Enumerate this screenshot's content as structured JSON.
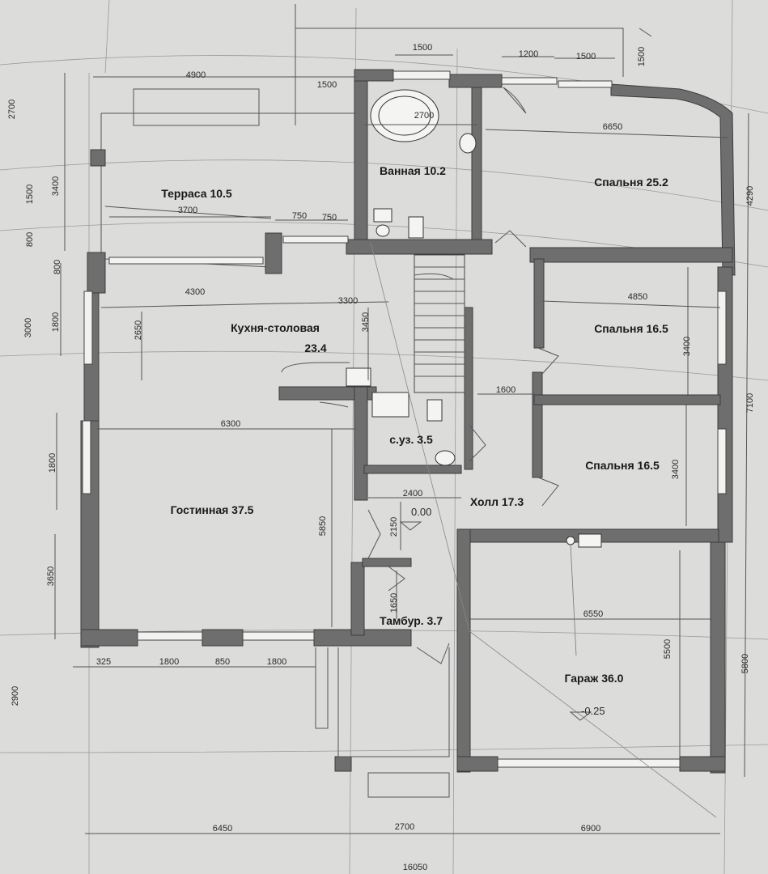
{
  "rooms": {
    "terrace": "Терраса 10.5",
    "bath": "Ванная 10.2",
    "bedroom1": "Спальня 25.2",
    "kitchen": "Кухня-столовая",
    "kitchen_area": "23.4",
    "bedroom2": "Спальня 16.5",
    "wc": "с.уз. 3.5",
    "bedroom3": "Спальня 16.5",
    "living": "Гостинная 37.5",
    "hall": "Холл 17.3",
    "vestibule": "Тамбур. 3.7",
    "garage": "Гараж 36.0"
  },
  "levels": {
    "main": "0.00",
    "garage": "-0.25"
  },
  "dimensions": {
    "top": [
      "1500",
      "1200",
      "1500",
      "1500",
      "4900",
      "1500",
      "2700",
      "6650",
      "3700",
      "750",
      "750",
      "4300",
      "3300",
      "4850",
      "1600",
      "6300",
      "2400",
      "6550"
    ],
    "bottom_row1": [
      "325",
      "1800",
      "850",
      "1800"
    ],
    "bottom_row2": [
      "6450",
      "2700",
      "6900"
    ],
    "bottom_total": "16050",
    "vertical_left": [
      "2700",
      "3400",
      "1500",
      "800",
      "800",
      "1800",
      "3000",
      "1800",
      "3650",
      "2900"
    ],
    "vertical_inner": [
      "2650",
      "3450",
      "5850",
      "2150",
      "1650"
    ],
    "vertical_right": [
      "1500",
      "4290",
      "3400",
      "7100",
      "3400",
      "5500",
      "5800"
    ]
  }
}
